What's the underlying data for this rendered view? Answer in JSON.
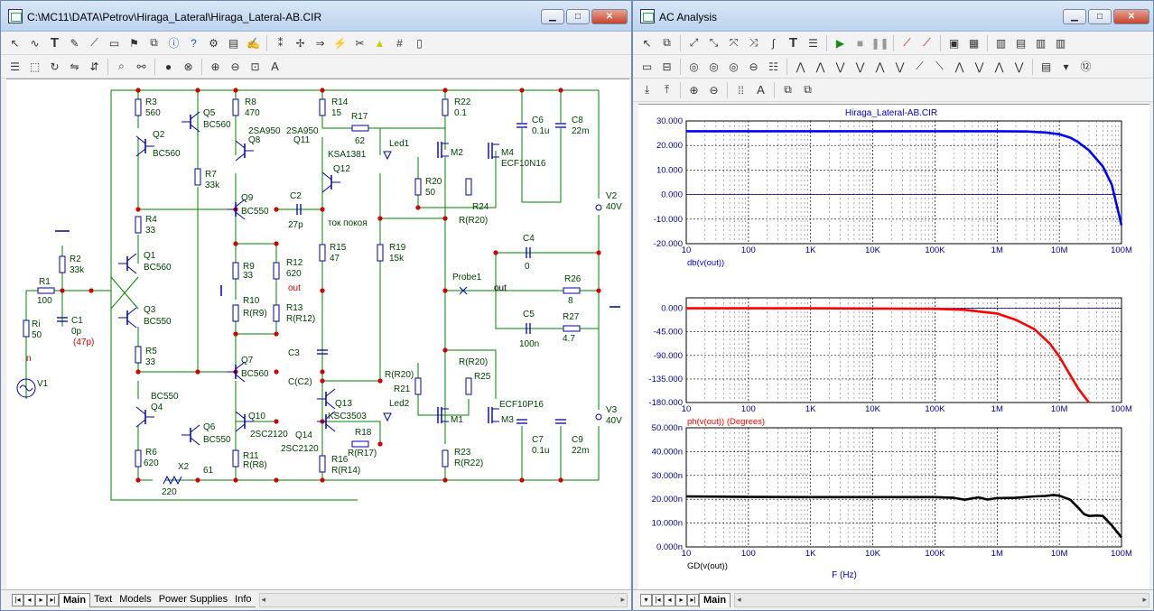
{
  "left_window": {
    "title": "C:\\MC11\\DATA\\Petrov\\Hiraga_Lateral\\Hiraga_Lateral-AB.CIR",
    "tabs": [
      "Main",
      "Text",
      "Models",
      "Power Supplies",
      "Info"
    ],
    "active_tab": "Main"
  },
  "right_window": {
    "title": "AC Analysis",
    "tabs": [
      "Main"
    ],
    "active_tab": "Main"
  },
  "window_buttons": {
    "minimize": "▁",
    "maximize": "□",
    "close": "✕"
  },
  "schematic": {
    "labels": {
      "R3": "R3",
      "R3v": "560",
      "Q5": "Q5",
      "Q5m": "BC560",
      "R8": "R8",
      "R8v": "470",
      "R14": "R14",
      "R14v": "15",
      "R22": "R22",
      "R22v": "0.1",
      "R17": "R17",
      "R17v": "62",
      "Q2": "Q2",
      "Q2m": "BC560",
      "Q8": "Q8",
      "Q8m": "2SA950",
      "Q11": "Q11",
      "Q11m": "2SA950",
      "Q12": "Q12",
      "Q12m": "KSA1381",
      "Led1": "Led1",
      "M2": "M2",
      "M4": "M4",
      "M4m": "ECF10N16",
      "C6": "C6",
      "C6v": "0.1u",
      "C8": "C8",
      "C8v": "22m",
      "R7": "R7",
      "R7v": "33k",
      "R20": "R20",
      "R20v": "50",
      "Q9": "Q9",
      "Q9m": "BC550",
      "C2": "C2",
      "C2v": "27p",
      "R24": "R24",
      "R24v": "R(R20)",
      "V2": "V2",
      "V2v": "40V",
      "R4": "R4",
      "R4v": "33",
      "tok": "ток покоя",
      "Q1": "Q1",
      "Q1m": "BC560",
      "R2": "R2",
      "R2v": "33k",
      "R15": "R15",
      "R15v": "47",
      "R19": "R19",
      "R19v": "15k",
      "C4": "C4",
      "C4v": "0",
      "R9": "R9",
      "R9v": "33",
      "R12": "R12",
      "R12v": "620",
      "R1": "R1",
      "R1v": "100",
      "Probe1": "Probe1",
      "out1": "out",
      "out2": "out",
      "R26": "R26",
      "R26v": "8",
      "R10": "R10",
      "R10v": "R(R9)",
      "R13": "R13",
      "R13v": "R(R12)",
      "Q3": "Q3",
      "Q3m": "BC550",
      "C1": "C1",
      "C1v": "0p",
      "C1alt": "(47p)",
      "C5": "C5",
      "C5v": "100n",
      "R27": "R27",
      "R27v": "4.7",
      "Ri": "Ri",
      "Riv": "50",
      "R5": "R5",
      "R5v": "33",
      "C3": "C3",
      "C3v": "C(C2)",
      "n": "n",
      "Q7": "Q7",
      "Q7m": "BC560",
      "R21": "R21",
      "R21v": "R(R20)",
      "R25": "R25",
      "R25v": "R(R20)",
      "V1": "V1",
      "Q4": "Q4",
      "Q4m": "BC550",
      "Led2": "Led2",
      "Q13": "Q13",
      "Q13m": "KSC3503",
      "M1": "M1",
      "M3": "M3",
      "M3m": "ECF10P16",
      "V3": "V3",
      "V3v": "40V",
      "Q10": "Q10",
      "Q10m": "2SC2120",
      "Q6": "Q6",
      "Q6m": "BC550",
      "Q14": "Q14",
      "Q14m": "2SC2120",
      "R18": "R18",
      "R18v": "R(R17)",
      "C7": "C7",
      "C7v": "0.1u",
      "C9": "C9",
      "C9v": "22m",
      "R6": "R6",
      "R6v": "620",
      "R11": "R11",
      "R11v": "R(R8)",
      "R16": "R16",
      "R16v": "R(R14)",
      "R23": "R23",
      "R23v": "R(R22)",
      "X2": "X2",
      "X2v": "61",
      "pot": "220"
    }
  },
  "plot": {
    "file_title": "Hiraga_Lateral-AB.CIR",
    "x_tick_labels": [
      "10",
      "100",
      "1K",
      "10K",
      "100K",
      "1M",
      "10M",
      "100M"
    ],
    "x_axis_label": "F (Hz)",
    "colors": {
      "db": "#0000ff",
      "ph": "#ff0000",
      "gd": "#000000",
      "name_db": "#0000ff",
      "name_ph": "#ff0000",
      "name_gd": "#000000"
    },
    "panels": [
      {
        "name": "db(v(out))",
        "y_ticks": [
          "30.000",
          "20.000",
          "10.000",
          "0.000",
          "-10.000",
          "-20.000"
        ],
        "ylim": [
          -20,
          30
        ]
      },
      {
        "name": "ph(v(out)) (Degrees)",
        "y_ticks": [
          "0.000",
          "-45.000",
          "-90.000",
          "-135.000",
          "-180.000"
        ],
        "ylim": [
          -180,
          20
        ]
      },
      {
        "name": "GD(v(out))",
        "y_ticks": [
          "50.000n",
          "40.000n",
          "30.000n",
          "20.000n",
          "10.000n",
          "0.000n"
        ],
        "ylim": [
          0,
          50
        ]
      }
    ]
  },
  "chart_data": [
    {
      "type": "line",
      "series_name": "db(v(out))",
      "xscale": "log",
      "xlim": [
        10,
        100000000
      ],
      "ylim": [
        -20,
        30
      ],
      "x": [
        10,
        100,
        1000,
        10000,
        100000,
        1000000,
        3000000,
        6000000,
        10000000,
        15000000,
        20000000,
        30000000,
        50000000,
        70000000,
        100000000
      ],
      "y": [
        25.8,
        25.8,
        25.8,
        25.8,
        25.8,
        25.8,
        25.7,
        25.3,
        24.6,
        23.2,
        21.4,
        18.0,
        11.5,
        4.0,
        -12.5
      ]
    },
    {
      "type": "line",
      "series_name": "ph(v(out)) (Degrees)",
      "xscale": "log",
      "xlim": [
        10,
        100000000
      ],
      "ylim": [
        -180,
        20
      ],
      "x": [
        10,
        1000,
        100000,
        300000,
        1000000,
        2000000,
        4000000,
        7000000,
        10000000,
        15000000,
        20000000,
        30000000
      ],
      "y": [
        0,
        0,
        -1,
        -3,
        -10,
        -22,
        -40,
        -67,
        -92,
        -128,
        -153,
        -180
      ]
    },
    {
      "type": "line",
      "series_name": "GD(v(out))",
      "xscale": "log",
      "xlim": [
        10,
        100000000
      ],
      "ylim": [
        0,
        50
      ],
      "x": [
        10,
        100,
        1000,
        10000,
        100000,
        200000,
        300000,
        500000,
        700000,
        1000000,
        2000000,
        4000000,
        6000000,
        8000000,
        10000000,
        15000000,
        20000000,
        25000000,
        30000000,
        40000000,
        50000000,
        70000000,
        100000000
      ],
      "y": [
        21.2,
        21.0,
        20.9,
        20.9,
        20.9,
        20.6,
        19.8,
        20.8,
        19.9,
        20.5,
        20.6,
        21.2,
        21.4,
        21.8,
        21.5,
        19.8,
        16.5,
        13.8,
        13.0,
        13.2,
        13.0,
        9.0,
        4.0
      ]
    }
  ]
}
